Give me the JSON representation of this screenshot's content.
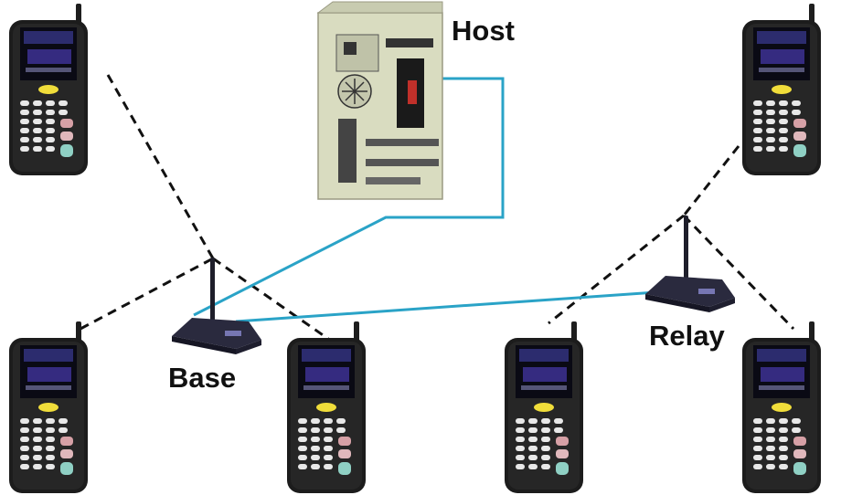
{
  "labels": {
    "host": "Host",
    "base": "Base",
    "relay": "Relay"
  },
  "devices": [
    {
      "id": "handheld-top-left",
      "icon": "handheld-terminal-icon"
    },
    {
      "id": "handheld-top-right",
      "icon": "handheld-terminal-icon"
    },
    {
      "id": "handheld-bottom-1",
      "icon": "handheld-terminal-icon"
    },
    {
      "id": "handheld-bottom-2",
      "icon": "handheld-terminal-icon"
    },
    {
      "id": "handheld-bottom-3",
      "icon": "handheld-terminal-icon"
    },
    {
      "id": "handheld-bottom-4",
      "icon": "handheld-terminal-icon"
    }
  ],
  "colors": {
    "cable": "#2aa3c7",
    "wireless": "#111111",
    "terminal_body": "#1c1c1c",
    "host_case": "#d9dcc0"
  }
}
